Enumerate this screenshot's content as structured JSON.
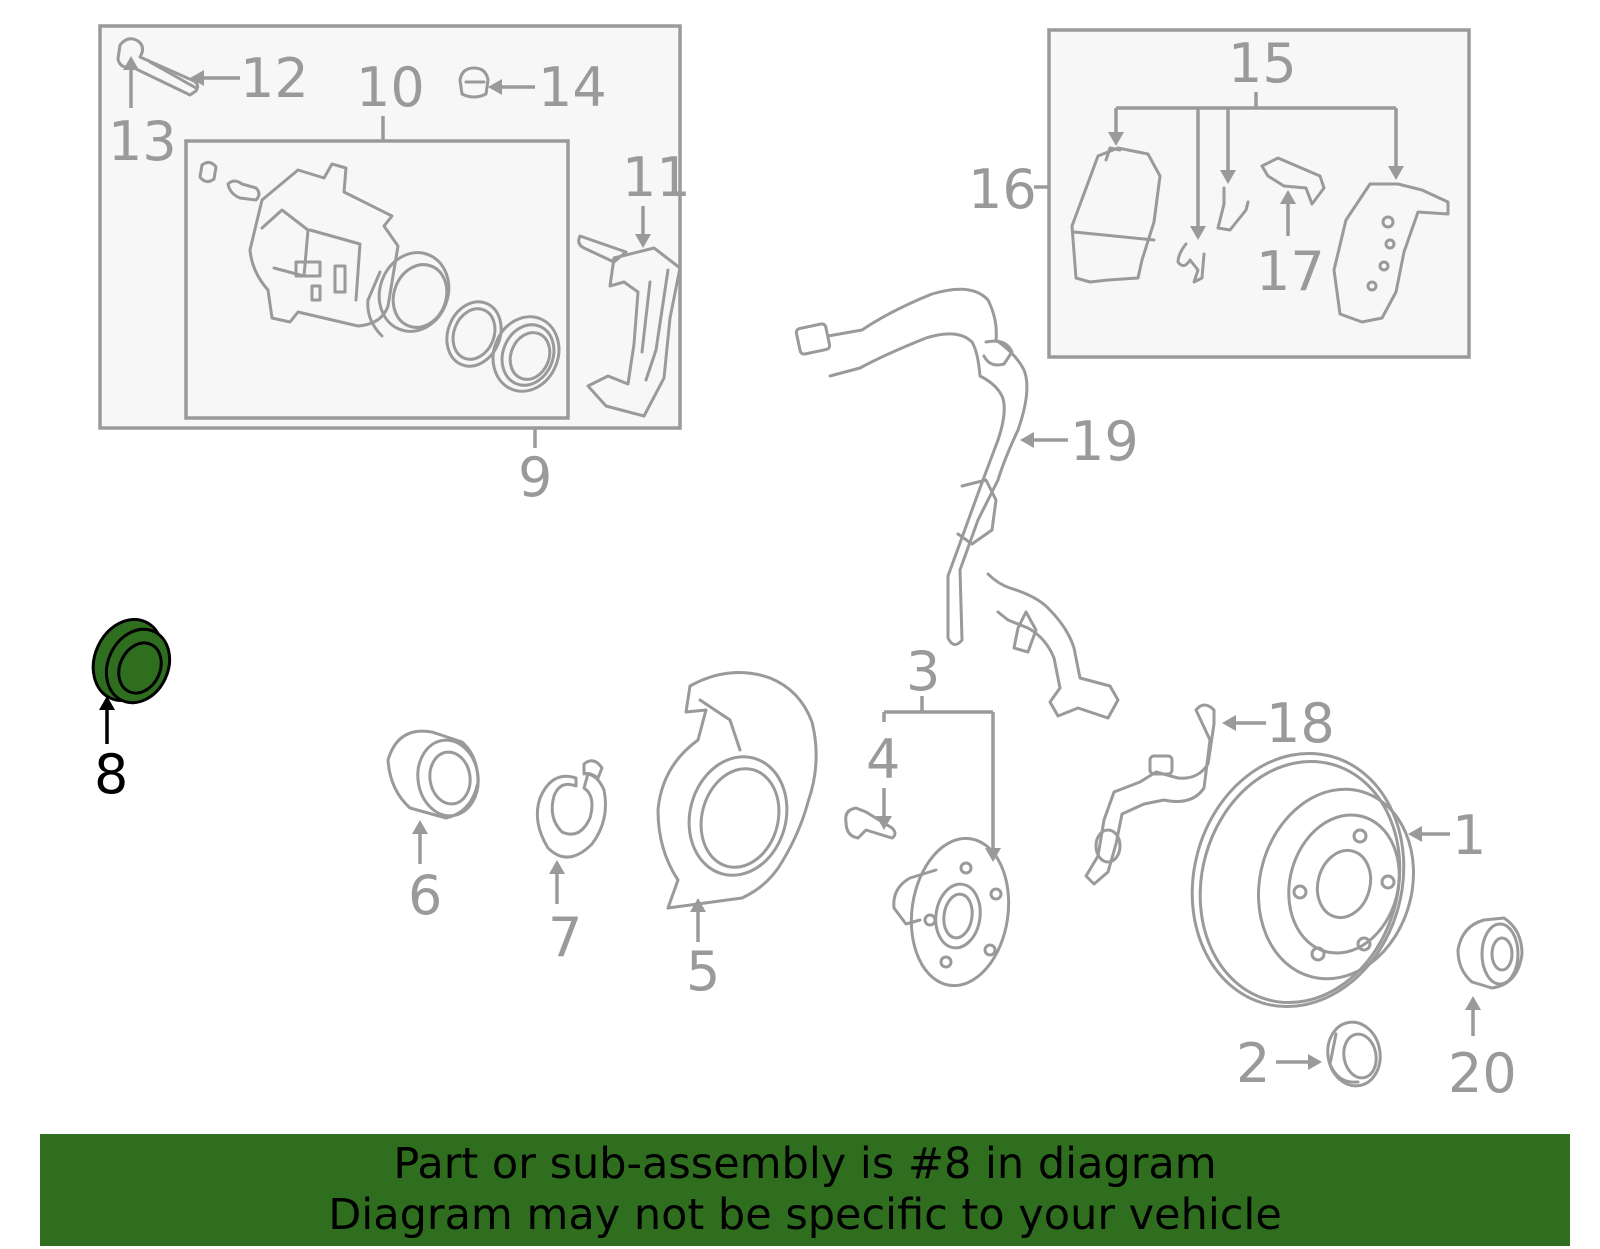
{
  "colors": {
    "highlight": "#2f6e1f",
    "banner": "#2f6e1f",
    "line": "#9a9a9a",
    "box_fill": "#f7f7f7"
  },
  "highlighted_part": "8",
  "labels": {
    "p1": "1",
    "p2": "2",
    "p3": "3",
    "p4": "4",
    "p5": "5",
    "p6": "6",
    "p7": "7",
    "p8": "8",
    "p9": "9",
    "p10": "10",
    "p11": "11",
    "p12": "12",
    "p13": "13",
    "p14": "14",
    "p15": "15",
    "p16": "16",
    "p17": "17",
    "p18": "18",
    "p19": "19",
    "p20": "20"
  },
  "banner": {
    "line1": "Part or sub-assembly is #8 in diagram",
    "line2": "Diagram may not be specific to your vehicle"
  }
}
